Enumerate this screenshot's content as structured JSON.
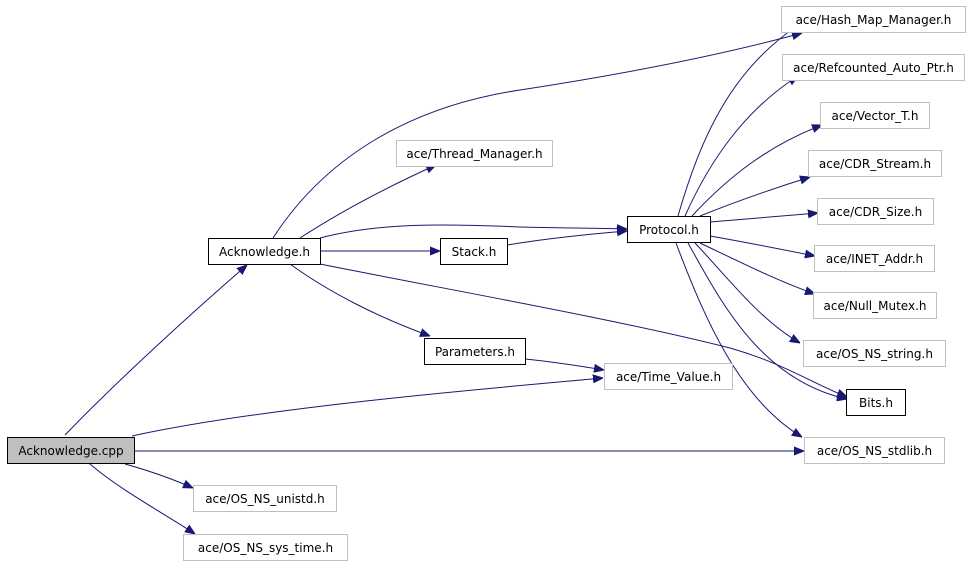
{
  "diagram": {
    "edge_color": "#191970",
    "root_fill": "#bfbfbf",
    "external_border": "#bfbfbf",
    "nodes": {
      "acknowledge_cpp": "Acknowledge.cpp",
      "acknowledge_h": "Acknowledge.h",
      "thread_manager_h": "ace/Thread_Manager.h",
      "stack_h": "Stack.h",
      "parameters_h": "Parameters.h",
      "protocol_h": "Protocol.h",
      "time_value_h": "ace/Time_Value.h",
      "os_ns_unistd_h": "ace/OS_NS_unistd.h",
      "os_ns_sys_time_h": "ace/OS_NS_sys_time.h",
      "hash_map_manager_h": "ace/Hash_Map_Manager.h",
      "refcounted_auto_ptr_h": "ace/Refcounted_Auto_Ptr.h",
      "vector_t_h": "ace/Vector_T.h",
      "cdr_stream_h": "ace/CDR_Stream.h",
      "cdr_size_h": "ace/CDR_Size.h",
      "inet_addr_h": "ace/INET_Addr.h",
      "null_mutex_h": "ace/Null_Mutex.h",
      "os_ns_string_h": "ace/OS_NS_string.h",
      "bits_h": "Bits.h",
      "os_ns_stdlib_h": "ace/OS_NS_stdlib.h"
    },
    "edges": [
      [
        "acknowledge_cpp",
        "acknowledge_h"
      ],
      [
        "acknowledge_cpp",
        "time_value_h"
      ],
      [
        "acknowledge_cpp",
        "os_ns_stdlib_h"
      ],
      [
        "acknowledge_cpp",
        "os_ns_unistd_h"
      ],
      [
        "acknowledge_cpp",
        "os_ns_sys_time_h"
      ],
      [
        "acknowledge_h",
        "hash_map_manager_h"
      ],
      [
        "acknowledge_h",
        "thread_manager_h"
      ],
      [
        "acknowledge_h",
        "protocol_h"
      ],
      [
        "acknowledge_h",
        "stack_h"
      ],
      [
        "acknowledge_h",
        "parameters_h"
      ],
      [
        "acknowledge_h",
        "bits_h"
      ],
      [
        "stack_h",
        "protocol_h"
      ],
      [
        "parameters_h",
        "time_value_h"
      ],
      [
        "protocol_h",
        "hash_map_manager_h"
      ],
      [
        "protocol_h",
        "refcounted_auto_ptr_h"
      ],
      [
        "protocol_h",
        "vector_t_h"
      ],
      [
        "protocol_h",
        "cdr_stream_h"
      ],
      [
        "protocol_h",
        "cdr_size_h"
      ],
      [
        "protocol_h",
        "inet_addr_h"
      ],
      [
        "protocol_h",
        "null_mutex_h"
      ],
      [
        "protocol_h",
        "os_ns_string_h"
      ],
      [
        "protocol_h",
        "bits_h"
      ],
      [
        "protocol_h",
        "os_ns_stdlib_h"
      ]
    ]
  }
}
